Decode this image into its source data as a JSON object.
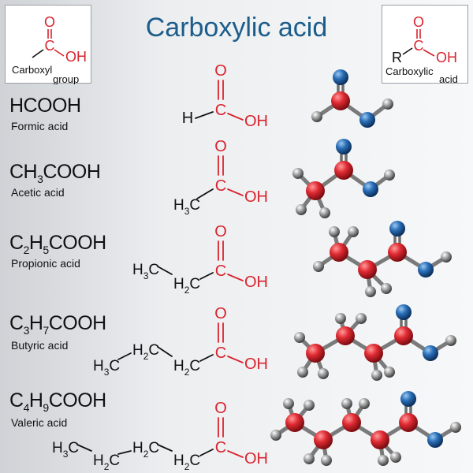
{
  "title": "Carboxylic acid",
  "carboxyl_box": {
    "atom_o": "O",
    "atom_c": "C",
    "atom_oh": "OH",
    "label_line1": "Carboxyl",
    "label_line2": "group"
  },
  "carboxylic_box": {
    "atom_o": "O",
    "atom_c": "C",
    "atom_r": "R",
    "atom_oh": "OH",
    "label_line1": "Carboxylic",
    "label_line2": "acid"
  },
  "acids": [
    {
      "formula": [
        "HCOOH"
      ],
      "name": "Formic acid",
      "structure_labels": {
        "o": "O",
        "c": "C",
        "oh": "OH",
        "chain": [
          "H"
        ]
      }
    },
    {
      "formula": [
        "CH",
        "3",
        "COOH"
      ],
      "name": "Acetic acid",
      "structure_labels": {
        "o": "O",
        "c": "C",
        "oh": "OH",
        "chain": [
          "H",
          "3",
          "C"
        ]
      }
    },
    {
      "formula": [
        "C",
        "2",
        "H",
        "5",
        "COOH"
      ],
      "name": "Propionic acid",
      "structure_labels": {
        "o": "O",
        "c": "C",
        "oh": "OH",
        "chain": [
          "H",
          "3",
          "C",
          "H",
          "2",
          "C"
        ]
      }
    },
    {
      "formula": [
        "C",
        "3",
        "H",
        "7",
        "COOH"
      ],
      "name": "Butyric acid",
      "structure_labels": {
        "o": "O",
        "c": "C",
        "oh": "OH",
        "chain": [
          "H",
          "3",
          "C",
          "H",
          "2",
          "C",
          "H",
          "2",
          "C"
        ]
      }
    },
    {
      "formula": [
        "C",
        "4",
        "H",
        "9",
        "COOH"
      ],
      "name": "Valeric acid",
      "structure_labels": {
        "o": "O",
        "c": "C",
        "oh": "OH",
        "chain": [
          "H",
          "3",
          "C",
          "H",
          "2",
          "C",
          "H",
          "2",
          "C",
          "H",
          "2",
          "C"
        ]
      }
    }
  ],
  "colors": {
    "title": "#1c5d8c",
    "carboxyl": "#d9232e",
    "carbon_ball": "#d8262e",
    "oxygen_ball": "#1f5fa3",
    "hydrogen_ball": "#8a8a8a"
  }
}
